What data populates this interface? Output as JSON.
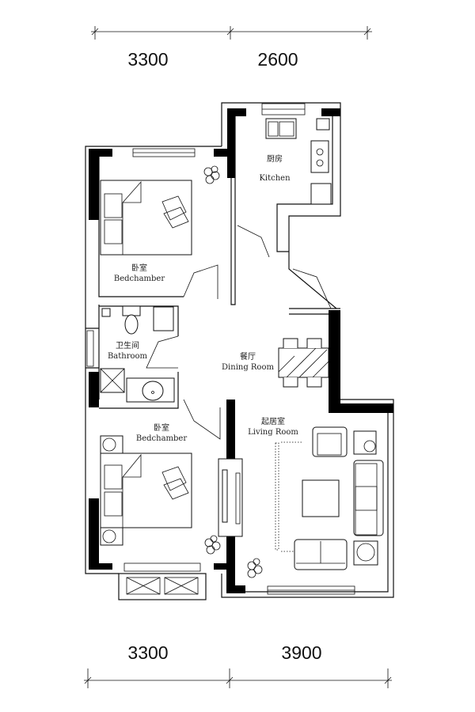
{
  "dimensions": {
    "top": [
      "3300",
      "2600"
    ],
    "bottom": [
      "3300",
      "3900"
    ]
  },
  "rooms": {
    "kitchen": {
      "cn": "厨房",
      "en": "Kitchen"
    },
    "bedroom_north": {
      "cn": "卧室",
      "en": "Bedchamber"
    },
    "bathroom": {
      "cn": "卫生间",
      "en": "Bathroom"
    },
    "dining": {
      "cn": "餐厅",
      "en": "Dining Room"
    },
    "bedroom_south": {
      "cn": "卧室",
      "en": "Bedchamber"
    },
    "living": {
      "cn": "起居室",
      "en": "Living Room"
    }
  }
}
